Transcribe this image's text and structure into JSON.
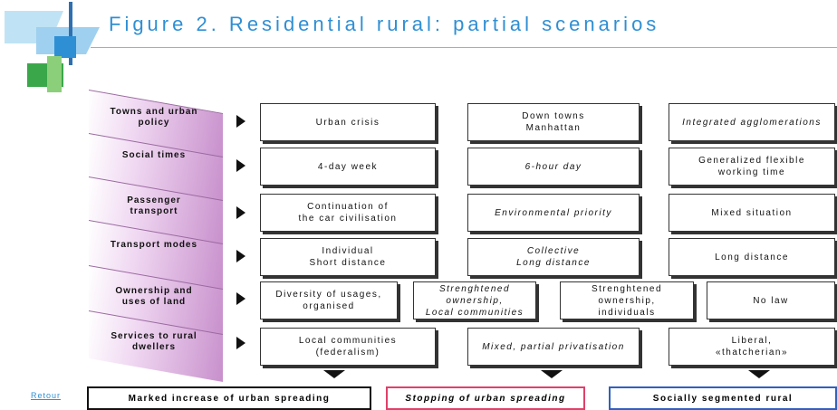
{
  "title": "Figure 2. Residential rural: partial scenarios",
  "rows": [
    {
      "label": "Towns and urban\npolicy"
    },
    {
      "label": "Social times"
    },
    {
      "label": "Passenger\ntransport"
    },
    {
      "label": "Transport modes"
    },
    {
      "label": "Ownership and\nuses of land"
    },
    {
      "label": "Services to rural\ndwellers"
    }
  ],
  "cells": {
    "r1": [
      "Urban crisis",
      "Down towns\nManhattan",
      "Integrated agglomerations"
    ],
    "r2": [
      "4-day week",
      "6-hour day",
      "Generalized flexible\nworking time"
    ],
    "r3": [
      "Continuation of\nthe car civilisation",
      "Environmental priority",
      "Mixed situation"
    ],
    "r4": [
      "Individual\nShort distance",
      "Collective\nLong distance",
      "Long distance"
    ],
    "r5": [
      "Diversity of usages,\norganised",
      "Strenghtened\nownership,\nLocal communities",
      "Strenghtened\nownership,\nindividuals",
      "No law"
    ],
    "r6": [
      "Local communities\n(federalism)",
      "Mixed, partial privatisation",
      "Liberal,\n«thatcherian»"
    ]
  },
  "outcomes": [
    {
      "label": "Marked increase of urban spreading",
      "color": "#111111"
    },
    {
      "label": "Stopping of urban spreading",
      "color": "#e0406a"
    },
    {
      "label": "Socially segmented rural",
      "color": "#3060c0"
    }
  ],
  "retour": "Retour",
  "colors": {
    "title": "#2f8fd4",
    "tab": "#c890cc"
  }
}
